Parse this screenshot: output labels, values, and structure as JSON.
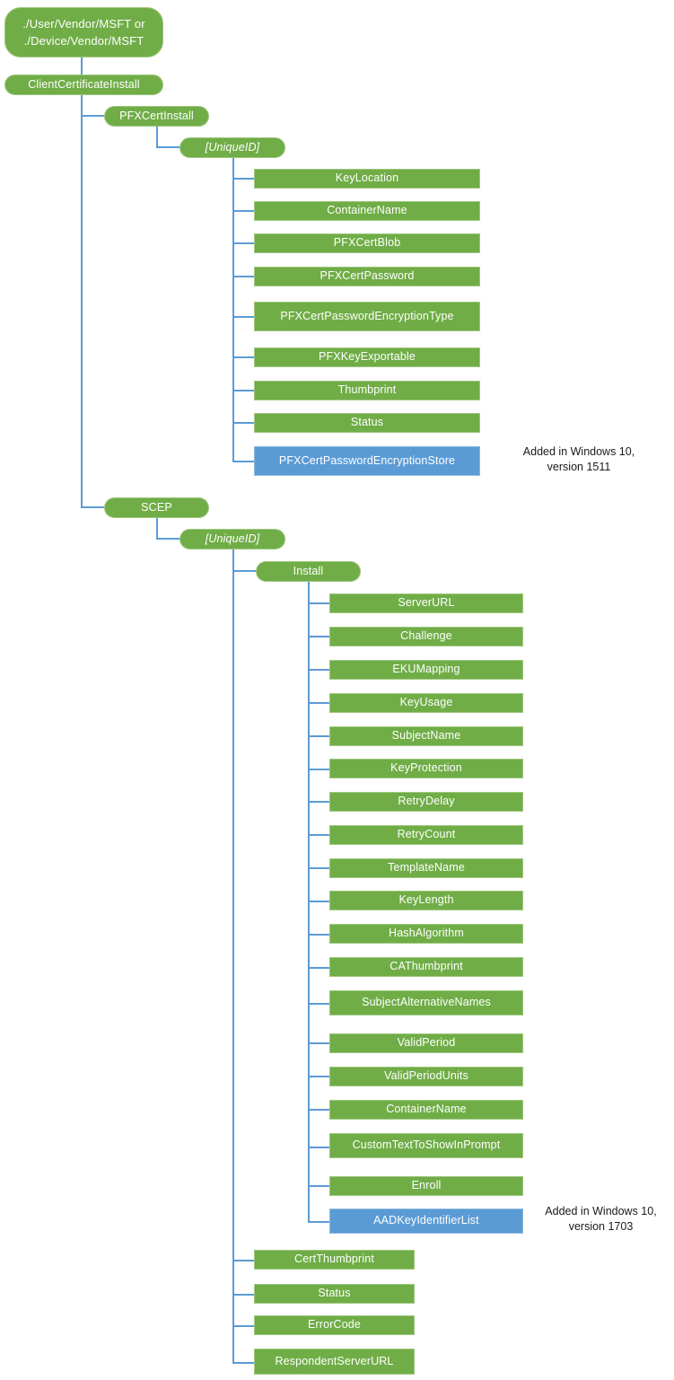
{
  "diagram": {
    "title": "ClientCertificateInstall CSP tree",
    "colors": {
      "node_green": "#70AD47",
      "node_blue": "#5B9BD5",
      "connector": "#5B9BD5",
      "node_text": "#FFFFFF",
      "note_text": "#1A1A1A",
      "background": "#FFFFFF"
    },
    "root": {
      "label": "./User/Vendor/MSFT or\n./Device/Vendor/MSFT"
    },
    "level1": {
      "label": "ClientCertificateInstall"
    },
    "branches": {
      "pfx": {
        "label": "PFXCertInstall",
        "unique_id": {
          "label": "[UniqueID]"
        },
        "children": [
          {
            "label": "KeyLocation",
            "color": "green"
          },
          {
            "label": "ContainerName",
            "color": "green"
          },
          {
            "label": "PFXCertBlob",
            "color": "green"
          },
          {
            "label": "PFXCertPassword",
            "color": "green"
          },
          {
            "label": "PFXCertPasswordEncryptionType",
            "color": "green"
          },
          {
            "label": "PFXKeyExportable",
            "color": "green"
          },
          {
            "label": "Thumbprint",
            "color": "green"
          },
          {
            "label": "Status",
            "color": "green"
          },
          {
            "label": "PFXCertPasswordEncryptionStore",
            "color": "blue"
          }
        ],
        "note": {
          "label": "Added in Windows 10,\nversion 1511"
        }
      },
      "scep": {
        "label": "SCEP",
        "unique_id": {
          "label": "[UniqueID]"
        },
        "install": {
          "label": "Install",
          "children": [
            {
              "label": "ServerURL",
              "color": "green"
            },
            {
              "label": "Challenge",
              "color": "green"
            },
            {
              "label": "EKUMapping",
              "color": "green"
            },
            {
              "label": "KeyUsage",
              "color": "green"
            },
            {
              "label": "SubjectName",
              "color": "green"
            },
            {
              "label": "KeyProtection",
              "color": "green"
            },
            {
              "label": "RetryDelay",
              "color": "green"
            },
            {
              "label": "RetryCount",
              "color": "green"
            },
            {
              "label": "TemplateName",
              "color": "green"
            },
            {
              "label": "KeyLength",
              "color": "green"
            },
            {
              "label": "HashAlgorithm",
              "color": "green"
            },
            {
              "label": "CAThumbprint",
              "color": "green"
            },
            {
              "label": "SubjectAlternativeNames",
              "color": "green"
            },
            {
              "label": "ValidPeriod",
              "color": "green"
            },
            {
              "label": "ValidPeriodUnits",
              "color": "green"
            },
            {
              "label": "ContainerName",
              "color": "green"
            },
            {
              "label": "CustomTextToShowInPrompt",
              "color": "green"
            },
            {
              "label": "Enroll",
              "color": "green"
            },
            {
              "label": "AADKeyIdentifierList",
              "color": "blue"
            }
          ],
          "note": {
            "label": "Added in Windows 10,\nversion 1703"
          }
        },
        "children": [
          {
            "label": "CertThumbprint",
            "color": "green"
          },
          {
            "label": "Status",
            "color": "green"
          },
          {
            "label": "ErrorCode",
            "color": "green"
          },
          {
            "label": "RespondentServerURL",
            "color": "green"
          }
        ]
      }
    }
  }
}
